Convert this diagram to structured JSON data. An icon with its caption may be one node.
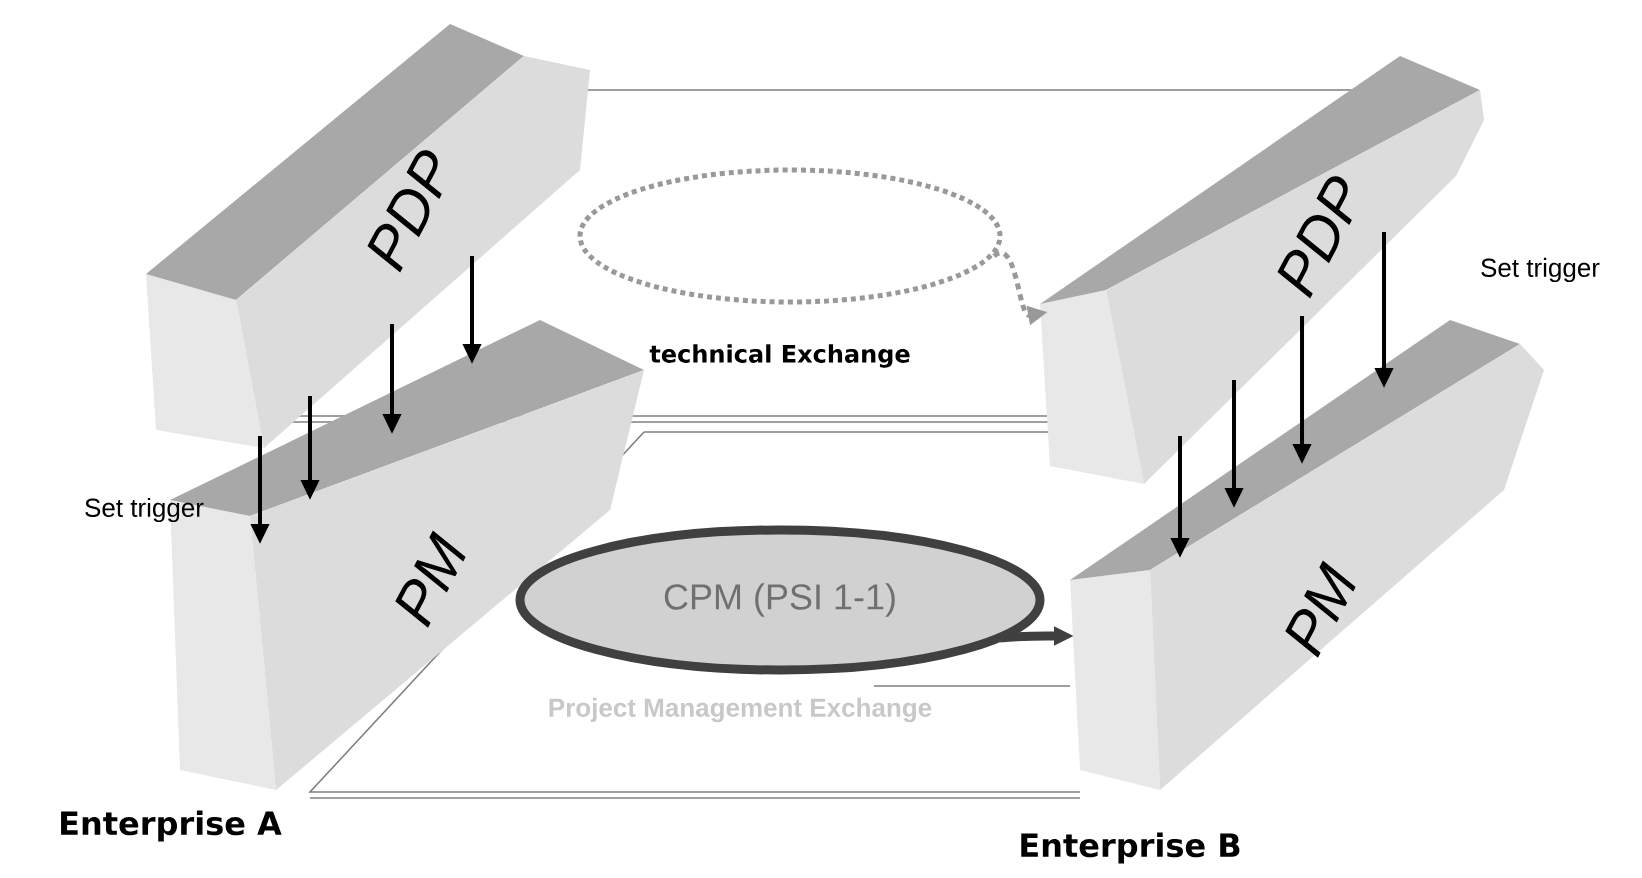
{
  "diagram": {
    "nodes": [
      {
        "text": [
          "PDP"
        ]
      },
      {
        "text": [
          "PM"
        ]
      },
      {
        "text": [
          "PDP"
        ]
      },
      {
        "text": [
          "PM"
        ]
      },
      {
        "text": [
          "CPM (PSI 1-1)"
        ]
      },
      {
        "text": [],
        "shape": "circle"
      }
    ],
    "edges": [
      {
        "from": 0,
        "to": 1,
        "arrow": "to"
      },
      {
        "from": 0,
        "to": 1,
        "arrow": "to"
      },
      {
        "from": 0,
        "to": 1,
        "arrow": "to"
      },
      {
        "from": 0,
        "to": 1,
        "arrow": "to"
      },
      {
        "from": 2,
        "to": 3,
        "arrow": "to"
      },
      {
        "from": 2,
        "to": 3,
        "arrow": "to"
      },
      {
        "from": 2,
        "to": 3,
        "arrow": "to"
      },
      {
        "from": 2,
        "to": 3,
        "arrow": "to"
      },
      {
        "from": 5,
        "to": 2,
        "arrow": "to",
        "style": "dashed",
        "color": "#999999"
      },
      {
        "from": 4,
        "to": 3,
        "arrow": "to",
        "style": "thick",
        "color": "#404040"
      }
    ],
    "labels": [
      "Set trigger",
      "Set trigger",
      "technical Exchange",
      "Project Management Exchange",
      "Enterprise A",
      "Enterprise B"
    ]
  }
}
